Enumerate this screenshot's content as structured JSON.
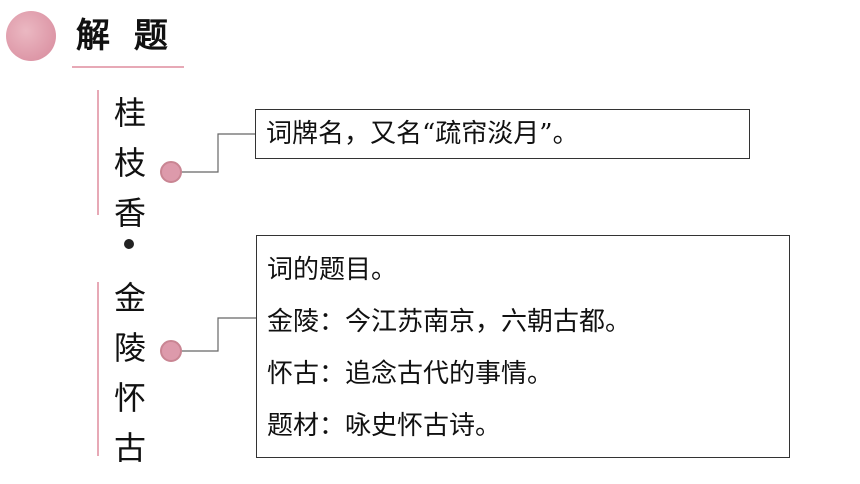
{
  "header": {
    "title": "解 题"
  },
  "vertical_title": {
    "top_chars": [
      "桂",
      "枝",
      "香"
    ],
    "separator": "·",
    "bottom_chars": [
      "金",
      "陵",
      "怀",
      "古"
    ]
  },
  "box_cipai": {
    "text": "词牌名，又名“疏帘淡月”。"
  },
  "box_title": {
    "lines": [
      "词的题目。",
      "金陵：今江苏南京，六朝古都。",
      "怀古：追念古代的事情。",
      "题材：咏史怀古诗。"
    ]
  },
  "colors": {
    "accent_pink": "#e3a7b4",
    "text": "#111111"
  }
}
